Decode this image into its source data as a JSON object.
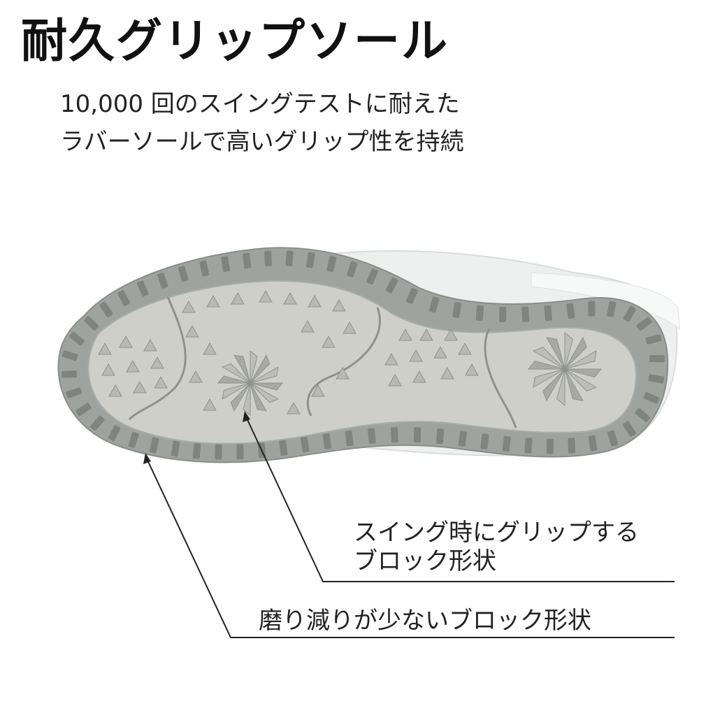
{
  "heading": {
    "title": "耐久グリップソール",
    "subtitle_line1": "10,000 回のスイングテストに耐えた",
    "subtitle_line2": "ラバーソールで高いグリップ性を持続"
  },
  "callouts": {
    "grip_block_line1": "スイング時にグリップする",
    "grip_block_line2": "ブロック形状",
    "wear_block": "磨り減りが少ないブロック形状"
  },
  "colors": {
    "sole_outer": "#9fa3a0",
    "sole_inner": "#cfcfc9",
    "lug": "#80847f",
    "upper": "#eef0f0",
    "line": "#222222"
  }
}
